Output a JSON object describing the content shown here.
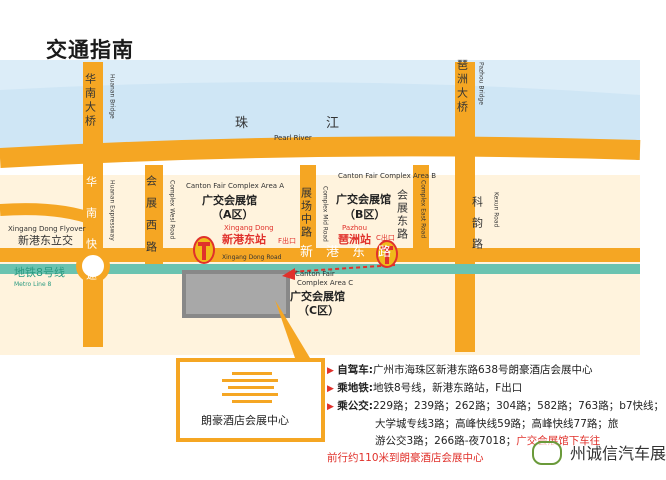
{
  "title": "交通指南",
  "rivers": {
    "pearl_cn": "珠　　　　　　江",
    "pearl_en": "Pearl River"
  },
  "bridges": {
    "huanan_cn": "华南大桥",
    "huanan_en": "Huanan Bridge",
    "pazhou_cn": "琶洲大桥",
    "pazhou_en": "Pazhou Bridge"
  },
  "roads": {
    "huanan_expressway_cn": "华南快速",
    "huanan_expressway_en": "Huanan Expressway",
    "west_road_cn": "会展西路",
    "west_road_en": "Complex Wesl Road",
    "mid_road_cn": "展场中路",
    "mid_road_en": "Complex Mid Road",
    "east_road_cn": "会展东路",
    "east_road_en": "Complex East Road",
    "keyun_cn": "科韵路",
    "keyun_en": "Kexun Road",
    "xingang_cn": "新　港　东　路",
    "xingang_en": "Xingang Dong Road",
    "flyover_cn": "新港东立交",
    "flyover_en": "Xingang Dong Flyover"
  },
  "metro": {
    "line_cn": "地铁8号线",
    "line_en": "Metro Line 8",
    "station1_cn": "新港东站",
    "station1_en": "Xingang Dong",
    "station1_exit": "F出口",
    "station2_cn": "琶洲站",
    "station2_en": "Pazhou",
    "station2_exit": "C出口"
  },
  "areas": {
    "a_en": "Canton Fair Complex Area A",
    "a_cn": "广交会展馆",
    "a_sub": "（A区）",
    "b_en": "Canton Fair Complex Area B",
    "b_cn": "广交会展馆",
    "b_sub": "（B区）",
    "c_en1": "Canton Fair",
    "c_en2": "Complex Area C",
    "c_cn": "广交会展馆",
    "c_sub": "（C区）"
  },
  "venue": {
    "name": "朗豪酒店会展中心"
  },
  "directions": {
    "car_label": "自驾车:",
    "car_text": "广州市海珠区新港东路638号朗豪酒店会展中心",
    "metro_label": "乘地铁:",
    "metro_text": "地铁8号线，新港东路站，F出口",
    "bus_label": "乘公交:",
    "bus_line1": "229路；239路；262路；304路；582路；763路；b7快线；",
    "bus_line2": "大学城专线3路；高峰快线59路；高峰快线77路；旅",
    "bus_line3_a": "游公交3路；266路-夜7018；",
    "bus_line3_b": "广交会展馆下车往",
    "bus_line4_a": "前行约110米",
    "bus_line4_b": "到朗豪酒店会展中心"
  },
  "watermark": "州诚信汽车展",
  "colors": {
    "road": "#f5a623",
    "river": "#dcedf8",
    "block": "#fff3dd",
    "metro": "#6ac3b0",
    "accent_red": "#e0312b",
    "station_gold": "#f0b91a"
  }
}
